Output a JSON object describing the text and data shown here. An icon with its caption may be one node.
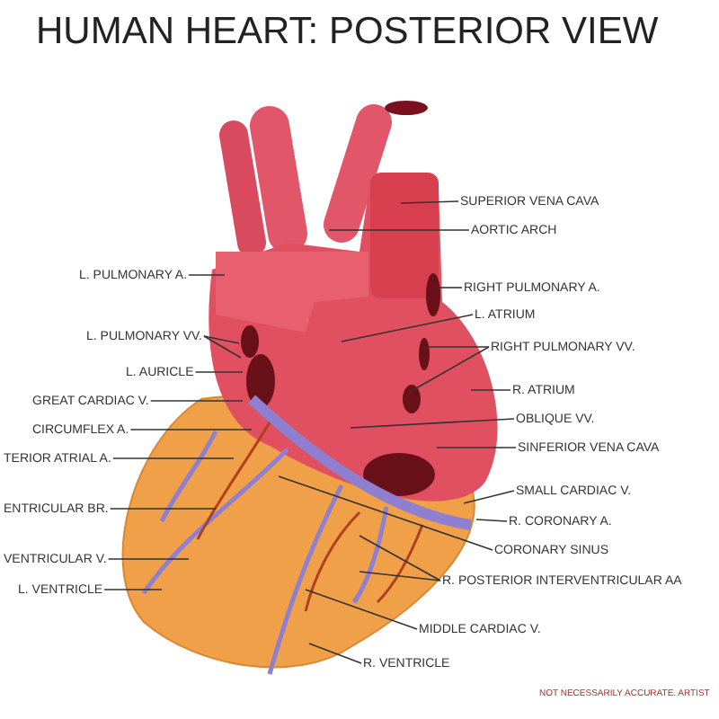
{
  "diagram": {
    "title": "HUMAN HEART: POSTERIOR VIEW",
    "nodes": [
      {
        "text": [
          "SUPERIOR VENA CAVA"
        ]
      },
      {
        "text": [
          "AORTIC ARCH"
        ]
      },
      {
        "text": [
          "L. PULMONARY A."
        ]
      },
      {
        "text": [
          "RIGHT PULMONARY A."
        ]
      },
      {
        "text": [
          "L. ATRIUM"
        ]
      },
      {
        "text": [
          "L. PULMONARY VV."
        ]
      },
      {
        "text": [
          "RIGHT PULMONARY VV."
        ]
      },
      {
        "text": [
          "L. AURICLE"
        ]
      },
      {
        "text": [
          "R. ATRIUM"
        ]
      },
      {
        "text": [
          "GREAT CARDIAC V."
        ]
      },
      {
        "text": [
          "OBLIQUE VV."
        ]
      },
      {
        "text": [
          "CIRCUMFLEX A."
        ]
      },
      {
        "text": [
          "TERIOR ATRIAL A."
        ]
      },
      {
        "text": [
          "SINFERIOR VENA CAVA"
        ]
      },
      {
        "text": [
          "ENTRICULAR BR."
        ]
      },
      {
        "text": [
          "SMALL CARDIAC V."
        ]
      },
      {
        "text": [
          "R. CORONARY A."
        ]
      },
      {
        "text": [
          "VENTRICULAR V."
        ]
      },
      {
        "text": [
          "CORONARY SINUS"
        ]
      },
      {
        "text": [
          "R. POSTERIOR INTERVENTRICULAR AA"
        ]
      },
      {
        "text": [
          "L. VENTRICLE"
        ]
      },
      {
        "text": [
          "MIDDLE CARDIAC V."
        ]
      },
      {
        "text": [
          "R. VENTRICLE"
        ]
      }
    ],
    "edges": [
      {
        "from": 0,
        "to": null,
        "arrow": "none"
      },
      {
        "from": 1,
        "to": null,
        "arrow": "none"
      },
      {
        "from": 2,
        "to": null,
        "arrow": "none"
      },
      {
        "from": 3,
        "to": null,
        "arrow": "none"
      },
      {
        "from": 4,
        "to": null,
        "arrow": "none"
      },
      {
        "from": 5,
        "to": null,
        "arrow": "none"
      },
      {
        "from": 5,
        "to": null,
        "arrow": "none"
      },
      {
        "from": 6,
        "to": null,
        "arrow": "none"
      },
      {
        "from": 6,
        "to": null,
        "arrow": "none"
      },
      {
        "from": 7,
        "to": null,
        "arrow": "none"
      },
      {
        "from": 8,
        "to": null,
        "arrow": "none"
      },
      {
        "from": 9,
        "to": null,
        "arrow": "none"
      },
      {
        "from": 10,
        "to": null,
        "arrow": "none"
      },
      {
        "from": 11,
        "to": null,
        "arrow": "none"
      },
      {
        "from": 12,
        "to": null,
        "arrow": "none"
      },
      {
        "from": 13,
        "to": null,
        "arrow": "none"
      },
      {
        "from": 14,
        "to": null,
        "arrow": "none"
      },
      {
        "from": 15,
        "to": null,
        "arrow": "none"
      },
      {
        "from": 16,
        "to": null,
        "arrow": "none"
      },
      {
        "from": 17,
        "to": null,
        "arrow": "none"
      },
      {
        "from": 18,
        "to": null,
        "arrow": "none"
      },
      {
        "from": 19,
        "to": null,
        "arrow": "none"
      },
      {
        "from": 19,
        "to": null,
        "arrow": "none"
      },
      {
        "from": 20,
        "to": null,
        "arrow": "none"
      },
      {
        "from": 21,
        "to": null,
        "arrow": "none"
      },
      {
        "from": 22,
        "to": null,
        "arrow": "none"
      }
    ],
    "labels": [
      "NOT NECESSARILY ACCURATE. ARTIST"
    ]
  }
}
